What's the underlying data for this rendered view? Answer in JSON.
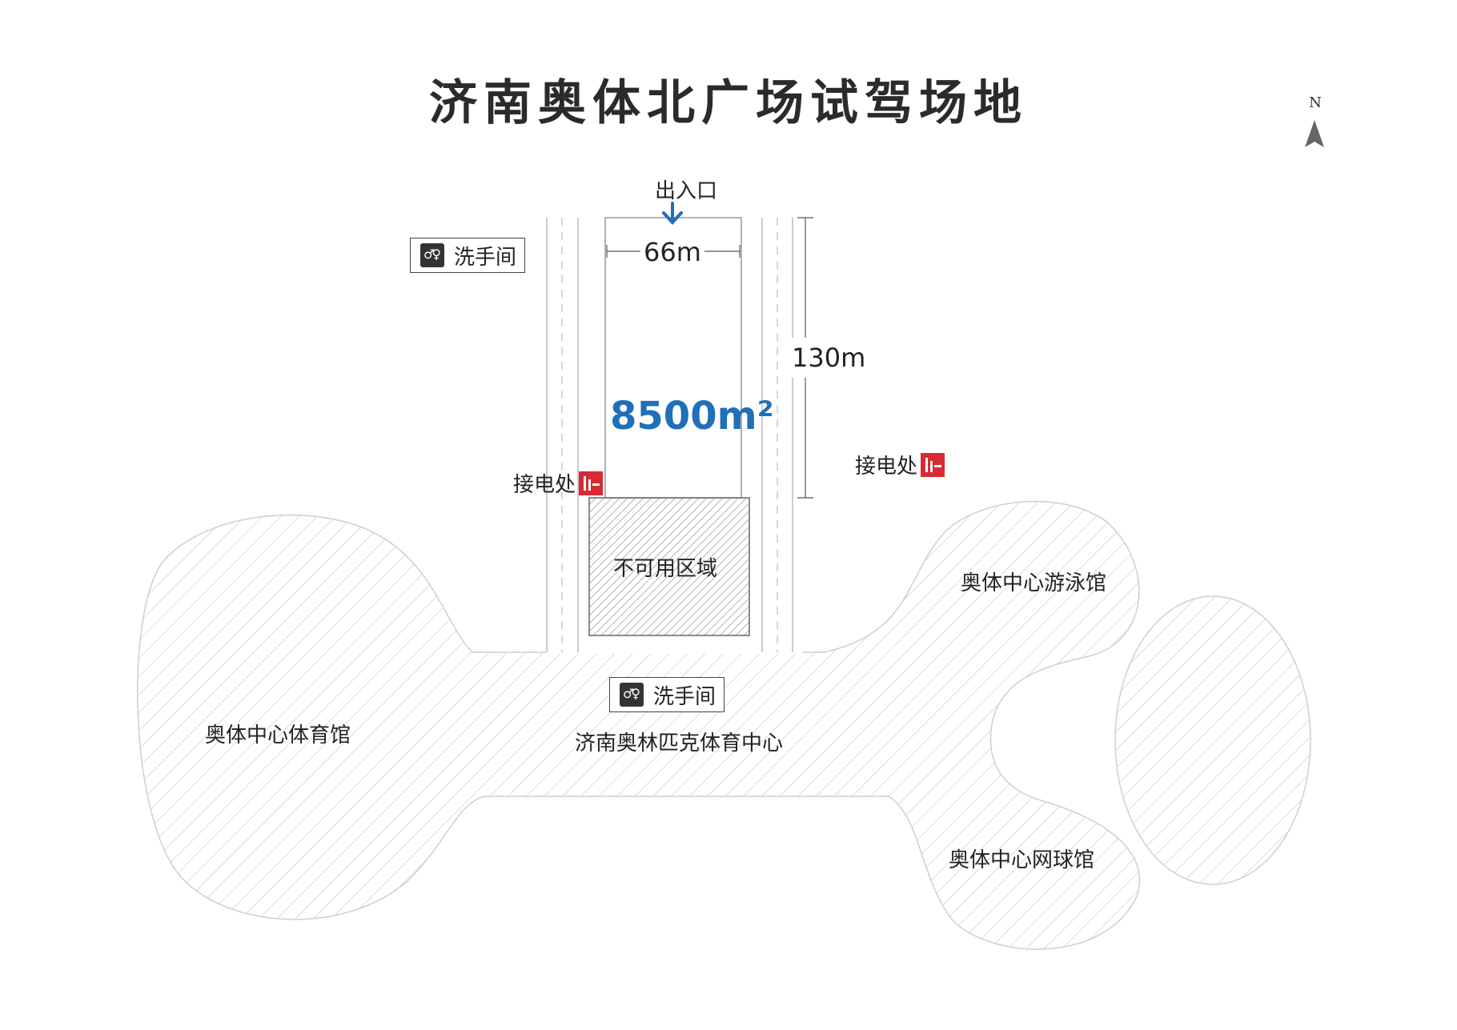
{
  "title": "济南奥体北广场试驾场地",
  "north_label": "N",
  "entrance_label": "出入口",
  "dimensions": {
    "width": "66m",
    "length": "130m"
  },
  "area": {
    "value": "8500",
    "unit": "m²"
  },
  "restroom_label": "洗手间",
  "power_label": "接电处",
  "unusable_label": "不可用区域",
  "venues": {
    "gym": "奥体中心体育馆",
    "center": "济南奥林匹克体育中心",
    "swim": "奥体中心游泳馆",
    "tennis": "奥体中心网球馆"
  },
  "colors": {
    "accent_blue": "#1f70b8",
    "power_red": "#d62b35",
    "hatch": "#cccccc"
  },
  "icons": [
    "restroom-icon",
    "power-outlet-icon",
    "down-arrow-icon",
    "north-arrow-icon"
  ]
}
